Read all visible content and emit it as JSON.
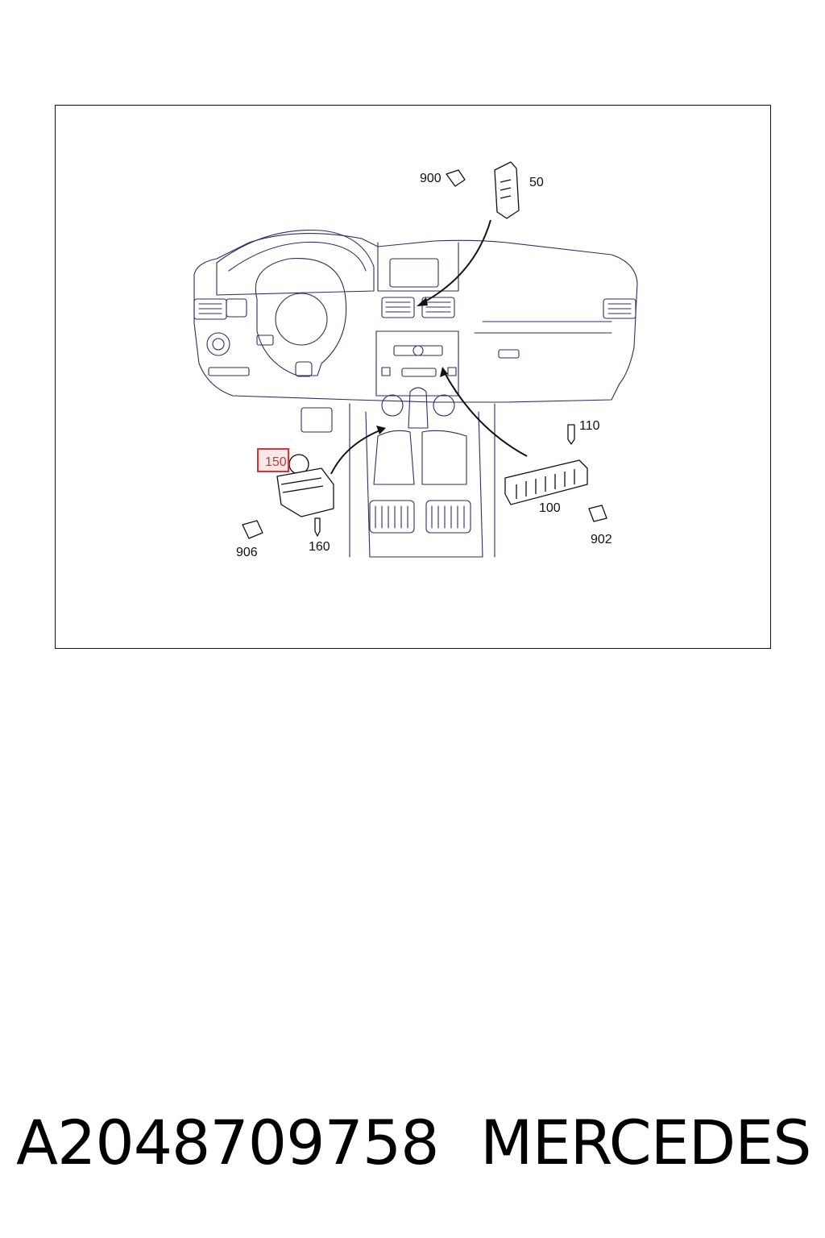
{
  "diagram": {
    "callouts": {
      "c900": "900",
      "c50": "50",
      "c110": "110",
      "c150": "150",
      "c100": "100",
      "c906": "906",
      "c160": "160",
      "c902": "902"
    },
    "highlighted_callout": "150",
    "colors": {
      "line": "#2b2f66",
      "ink": "#111111",
      "highlight": "#d8333d"
    }
  },
  "footer": {
    "part_number": "A2048709758",
    "brand": "MERCEDES"
  }
}
